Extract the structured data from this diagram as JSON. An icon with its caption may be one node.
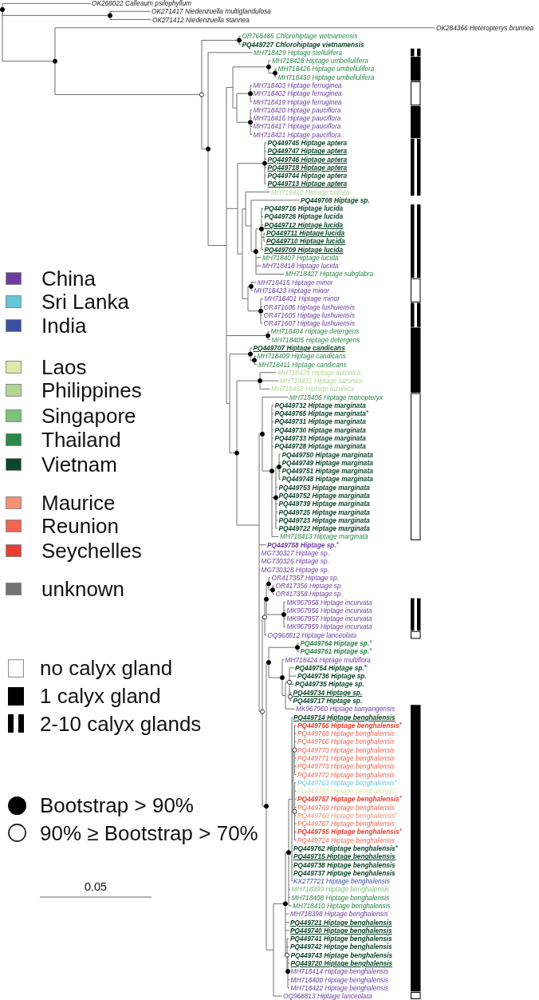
{
  "diagram": {
    "labels": [
      "OK268022 Calleaum psilophyllum",
      "OK271417 Niedenzuella multiglandulosa",
      "OK271412 Niedenzuella stannea",
      "OK284366 Heteropterys brunnea",
      "OR768485 Chlorohiptage vietnamensis",
      "PQ449727 Chlorohiptage vietnamensis",
      "MH718429 Hiptage stellulifera",
      "MH718428 Hiptage umbellulifera",
      "MH718426 Hiptage umbellulifera",
      "MH718430 Hiptage umbellulifera",
      "MH718403 Hiptage ferruginea",
      "MH718402 Hiptage ferruginea",
      "MH718419 Hiptage ferruginea",
      "MH718420 Hiptage pauciflora",
      "MH718416 Hiptage pauciflora",
      "MH718417 Hiptage pauciflora",
      "MH718421 Hiptage pauciflora",
      "PQ449745 Hiptage aptera",
      "PQ449747 Hiptage aptera",
      "PQ449746 Hiptage aptera",
      "PQ449718 Hiptage aptera",
      "PQ449744 Hiptage aptera",
      "PQ449713 Hiptage aptera",
      "MH718412 Hiptage bullata",
      "PQ449708 Hiptage sp.",
      "PQ449716 Hiptage lucida",
      "PQ449726 Hiptage lucida",
      "PQ449712 Hiptage lucida",
      "PQ449711 Hiptage lucida",
      "PQ449710 Hiptage lucida",
      "PQ449709 Hiptage lucida",
      "MH718407 Hiptage lucida",
      "MH718418 Hiptage lucida",
      "MH718427 Hiptage subglabra",
      "MH718415 Hiptage minor",
      "MH718423 Hiptage minor",
      "MH718401 Hiptage minor",
      "OR471606 Hiptage lushuiensis",
      "OR471605 Hiptage lushuiensis",
      "OR471607 Hiptage lushuiensis",
      "MH718404 Hiptage detergens",
      "MH718405 Hiptage detergens",
      "PQ449707 Hiptage candicans",
      "MH718409 Hiptage candicans",
      "MH718411 Hiptage candicans",
      "MH718425 Hiptage luzonica",
      "MH718431 Hiptage luzonica",
      "MH718432 Hiptage luzonica",
      "MH718406 Hiptage monopteryx",
      "PQ449732 Hiptage marginata",
      "PQ449765 Hiptage marginata$^{*}$",
      "PQ449731 Hiptage marginata",
      "PQ449730 Hiptage marginata",
      "PQ449733 Hiptage marginata",
      "PQ449728 Hiptage marginata",
      "PQ449750 Hiptage marginata",
      "PQ449749 Hiptage marginata",
      "PQ449751 Hiptage marginata",
      "PQ449748 Hiptage marginata",
      "PQ449753 Hiptage marginata",
      "PQ449752 Hiptage marginata",
      "PQ449739 Hiptage marginata",
      "PQ449725 Hiptage marginata",
      "PQ449723 Hiptage marginata",
      "PQ449722 Hiptage marginata",
      "MH718413 Hiptage marginata",
      "PQ449758 Hiptage sp.$^{*}$",
      "MG730327 Hiptage sp.",
      "MG730326 Hiptage sp.",
      "MG730328 Hiptage sp.",
      "OR417357 Hiptage sp.",
      "OR417356 Hiptage sp.",
      "OR417358 Hiptage sp.",
      "MK967958 Hiptage incurvata",
      "MK967956 Hiptage incurvata",
      "MK967957 Hiptage incurvata",
      "MK967959 Hiptage incurvata",
      "OQ968812 Hiptage lanceolata",
      "PQ449764 Hiptage sp.$^{*}$",
      "PQ449761 Hiptage sp.$^{*}$",
      "MH718424 Hiptage multiflora",
      "PQ449754 Hiptage sp.$^{*}$",
      "PQ449736 Hiptage sp.",
      "PQ449735 Hiptage sp.",
      "PQ449734 Hiptage sp.",
      "PQ449717 Hiptage sp.",
      "MK967960 Hiptage tianyangensis",
      "PQ449714 Hiptage benghalensis",
      "PQ449756 Hiptage benghalensis$^{*}$",
      "PQ449768 Hiptage benghalensis",
      "PQ449766 Hiptage benghalensis",
      "PQ449770 Hiptage benghalensis",
      "PQ449771 Hiptage benghalensis",
      "PQ449773 Hiptage benghalensis",
      "PQ449772 Hiptage benghalensis",
      "PQ449763 Hiptage benghalensis$^{*}$",
      "PQ449759 Hiptage benghalensis$^{*}$",
      "PQ449757 Hiptage benghalensis$^{*}$",
      "PQ449769 Hiptage benghalensis",
      "PQ449760 Hiptage benghalensis$^{*}$",
      "PQ449767 Hiptage benghalensis",
      "PQ449755 Hiptage benghalensis$^{*}$",
      "PQ449724 Hiptage benghalensis",
      "PQ449762 Hiptage benghalensis$^{*}$",
      "PQ449715 Hiptage benghalensis",
      "PQ449738 Hiptage benghalensis",
      "PQ449737 Hiptage benghalensis",
      "KX277721 Hiptage benghalensis",
      "MH718399 Hiptage benghalensis",
      "MH718408 Hiptage benghalensis",
      "MH718410 Hiptage benghalensis",
      "MH718398 Hiptage benghalensis",
      "PQ449721 Hiptage benghalensis",
      "PQ449740 Hiptage benghalensis",
      "PQ449741 Hiptage benghalensis",
      "PQ449742 Hiptage benghalensis",
      "PQ449743 Hiptage benghalensis",
      "PQ449720 Hiptage benghalensis",
      "MH718414 Hiptage benghalensis",
      "MH718400 Hiptage benghalensis",
      "MH718422 Hiptage benghalensis",
      "OQ968813 Hiptage lanceolata",
      "0.05"
    ],
    "legend": [
      {
        "text": "China",
        "color": "#6e3ca0"
      },
      {
        "text": "Sri Lanka",
        "color": "#66c8da"
      },
      {
        "text": "India",
        "color": "#3a50a2"
      },
      {
        "text": "Laos",
        "color": "#dde8a9"
      },
      {
        "text": "Philippines",
        "color": "#b0d792"
      },
      {
        "text": "Singapore",
        "color": "#7dc37c"
      },
      {
        "text": "Thailand",
        "color": "#2a8748"
      },
      {
        "text": "Vietnam",
        "color": "#0b4628"
      },
      {
        "text": "Maurice",
        "color": "#f59177"
      },
      {
        "text": "Reunion",
        "color": "#ee6650"
      },
      {
        "text": "Seychelles",
        "color": "#e93d2e"
      },
      {
        "text": "unknown",
        "color": "#737373"
      },
      {
        "text": "no calyx gland"
      },
      {
        "text": "1 calyx gland"
      },
      {
        "text": "2-10 calyx glands"
      },
      {
        "text": "Bootstrap > 90%"
      },
      {
        "text": "90% ≥ Bootstrap > 70%"
      }
    ]
  }
}
